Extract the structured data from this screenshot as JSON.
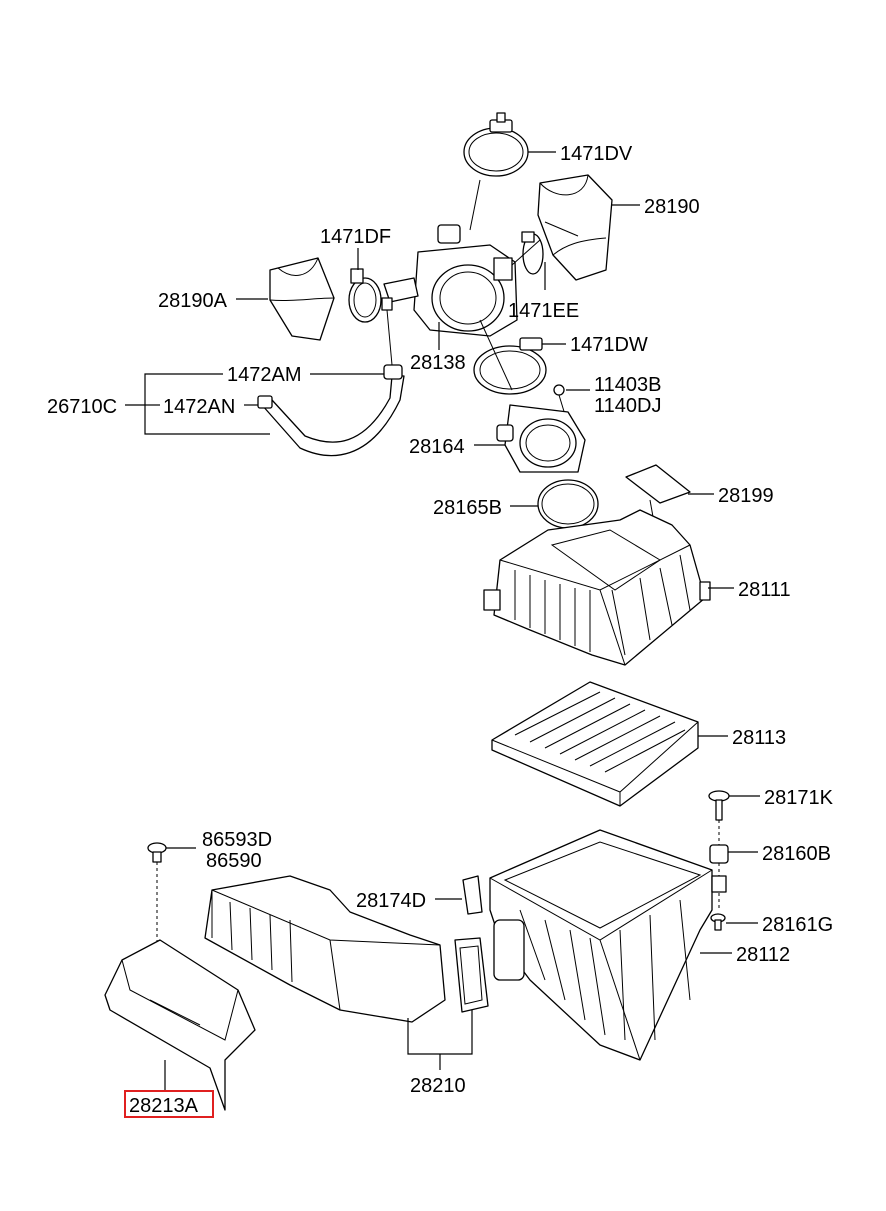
{
  "diagram": {
    "highlight_color": "#e02020",
    "labels": {
      "l1471DV": "1471DV",
      "l28190": "28190",
      "l1471DF": "1471DF",
      "l28190A": "28190A",
      "l1471EE": "1471EE",
      "l28138": "28138",
      "l1471DW": "1471DW",
      "l1472AM": "1472AM",
      "l26710C": "26710C",
      "l1472AN": "1472AN",
      "l11403B": "11403B",
      "l1140DJ": "1140DJ",
      "l28164": "28164",
      "l28199": "28199",
      "l28165B": "28165B",
      "l28111": "28111",
      "l28113": "28113",
      "l28171K": "28171K",
      "l86593D": "86593D",
      "l86590": "86590",
      "l28160B": "28160B",
      "l28174D": "28174D",
      "l28161G": "28161G",
      "l28112": "28112",
      "l28210": "28210",
      "l28213A": "28213A"
    }
  }
}
